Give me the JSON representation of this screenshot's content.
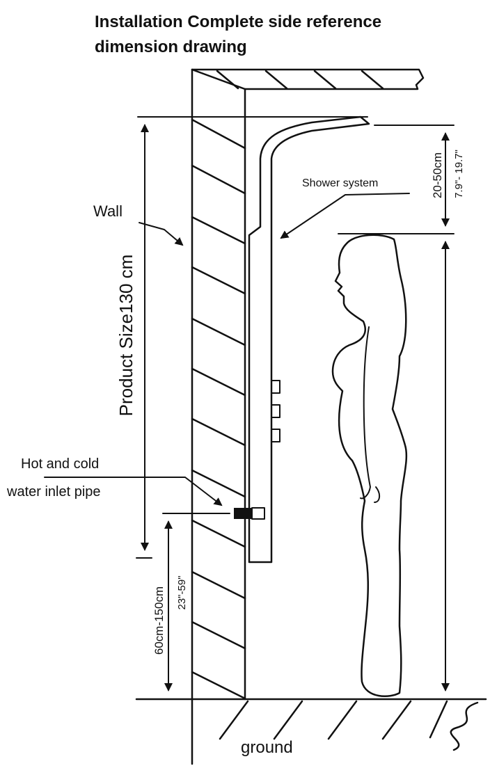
{
  "title_line1": "Installation Complete side reference",
  "title_line2": "dimension drawing",
  "labels": {
    "wall": "Wall",
    "shower_system": "Shower system",
    "product_size": "Product Size130 cm",
    "top_gap_cm": "20-50cm",
    "top_gap_in": "7.9\"- 19.7\"",
    "pipe_line1": "Hot and cold",
    "pipe_line2": "water inlet pipe",
    "inlet_height_cm": "60cm-150cm",
    "inlet_height_in": "23\"-59\"",
    "ground": "ground"
  }
}
